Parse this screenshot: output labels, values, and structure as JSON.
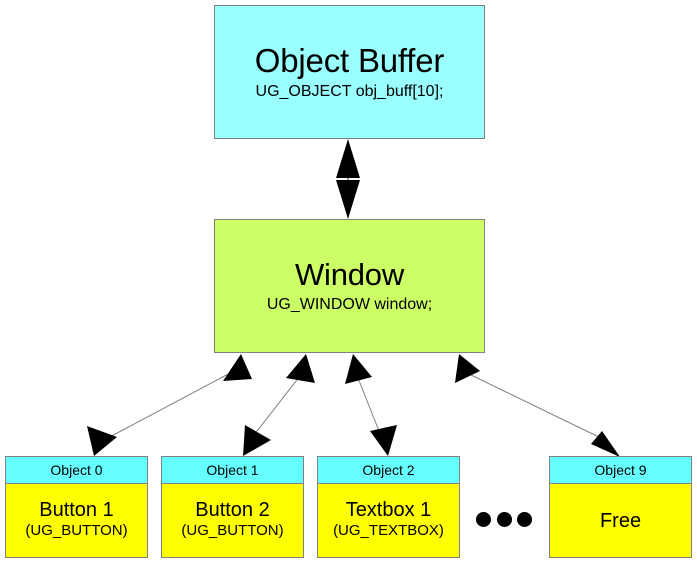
{
  "diagram": {
    "type": "block-diagram",
    "background_color": "#ffffff",
    "buffer": {
      "title": "Object Buffer",
      "declaration": "UG_OBJECT obj_buff[10];",
      "fill_color": "#99ffff",
      "border_color": "#808080"
    },
    "window": {
      "title": "Window",
      "declaration": "UG_WINDOW window;",
      "fill_color": "#ccff66",
      "border_color": "#808080"
    },
    "objects": [
      {
        "slot": "Object 0",
        "label": "Button 1",
        "type": "(UG_BUTTON)",
        "header_color": "#66ffff",
        "body_color": "#ffff00"
      },
      {
        "slot": "Object 1",
        "label": "Button 2",
        "type": "(UG_BUTTON)",
        "header_color": "#66ffff",
        "body_color": "#ffff00"
      },
      {
        "slot": "Object 2",
        "label": "Textbox 1",
        "type": "(UG_TEXTBOX)",
        "header_color": "#66ffff",
        "body_color": "#ffff00"
      },
      {
        "slot": "Object 9",
        "label": "Free",
        "type": "",
        "header_color": "#66ffff",
        "body_color": "#ffff00"
      }
    ],
    "ellipsis": {
      "dots": 3,
      "color": "#000000"
    },
    "connectors": [
      {
        "from": "Object Buffer",
        "to": "Window",
        "style": "double-headed-vertical"
      },
      {
        "from": "Window",
        "to": "Object 0",
        "style": "double-headed-diagonal"
      },
      {
        "from": "Window",
        "to": "Object 1",
        "style": "double-headed-diagonal"
      },
      {
        "from": "Window",
        "to": "Object 2",
        "style": "double-headed-diagonal"
      },
      {
        "from": "Window",
        "to": "Object 9",
        "style": "double-headed-diagonal"
      }
    ]
  }
}
